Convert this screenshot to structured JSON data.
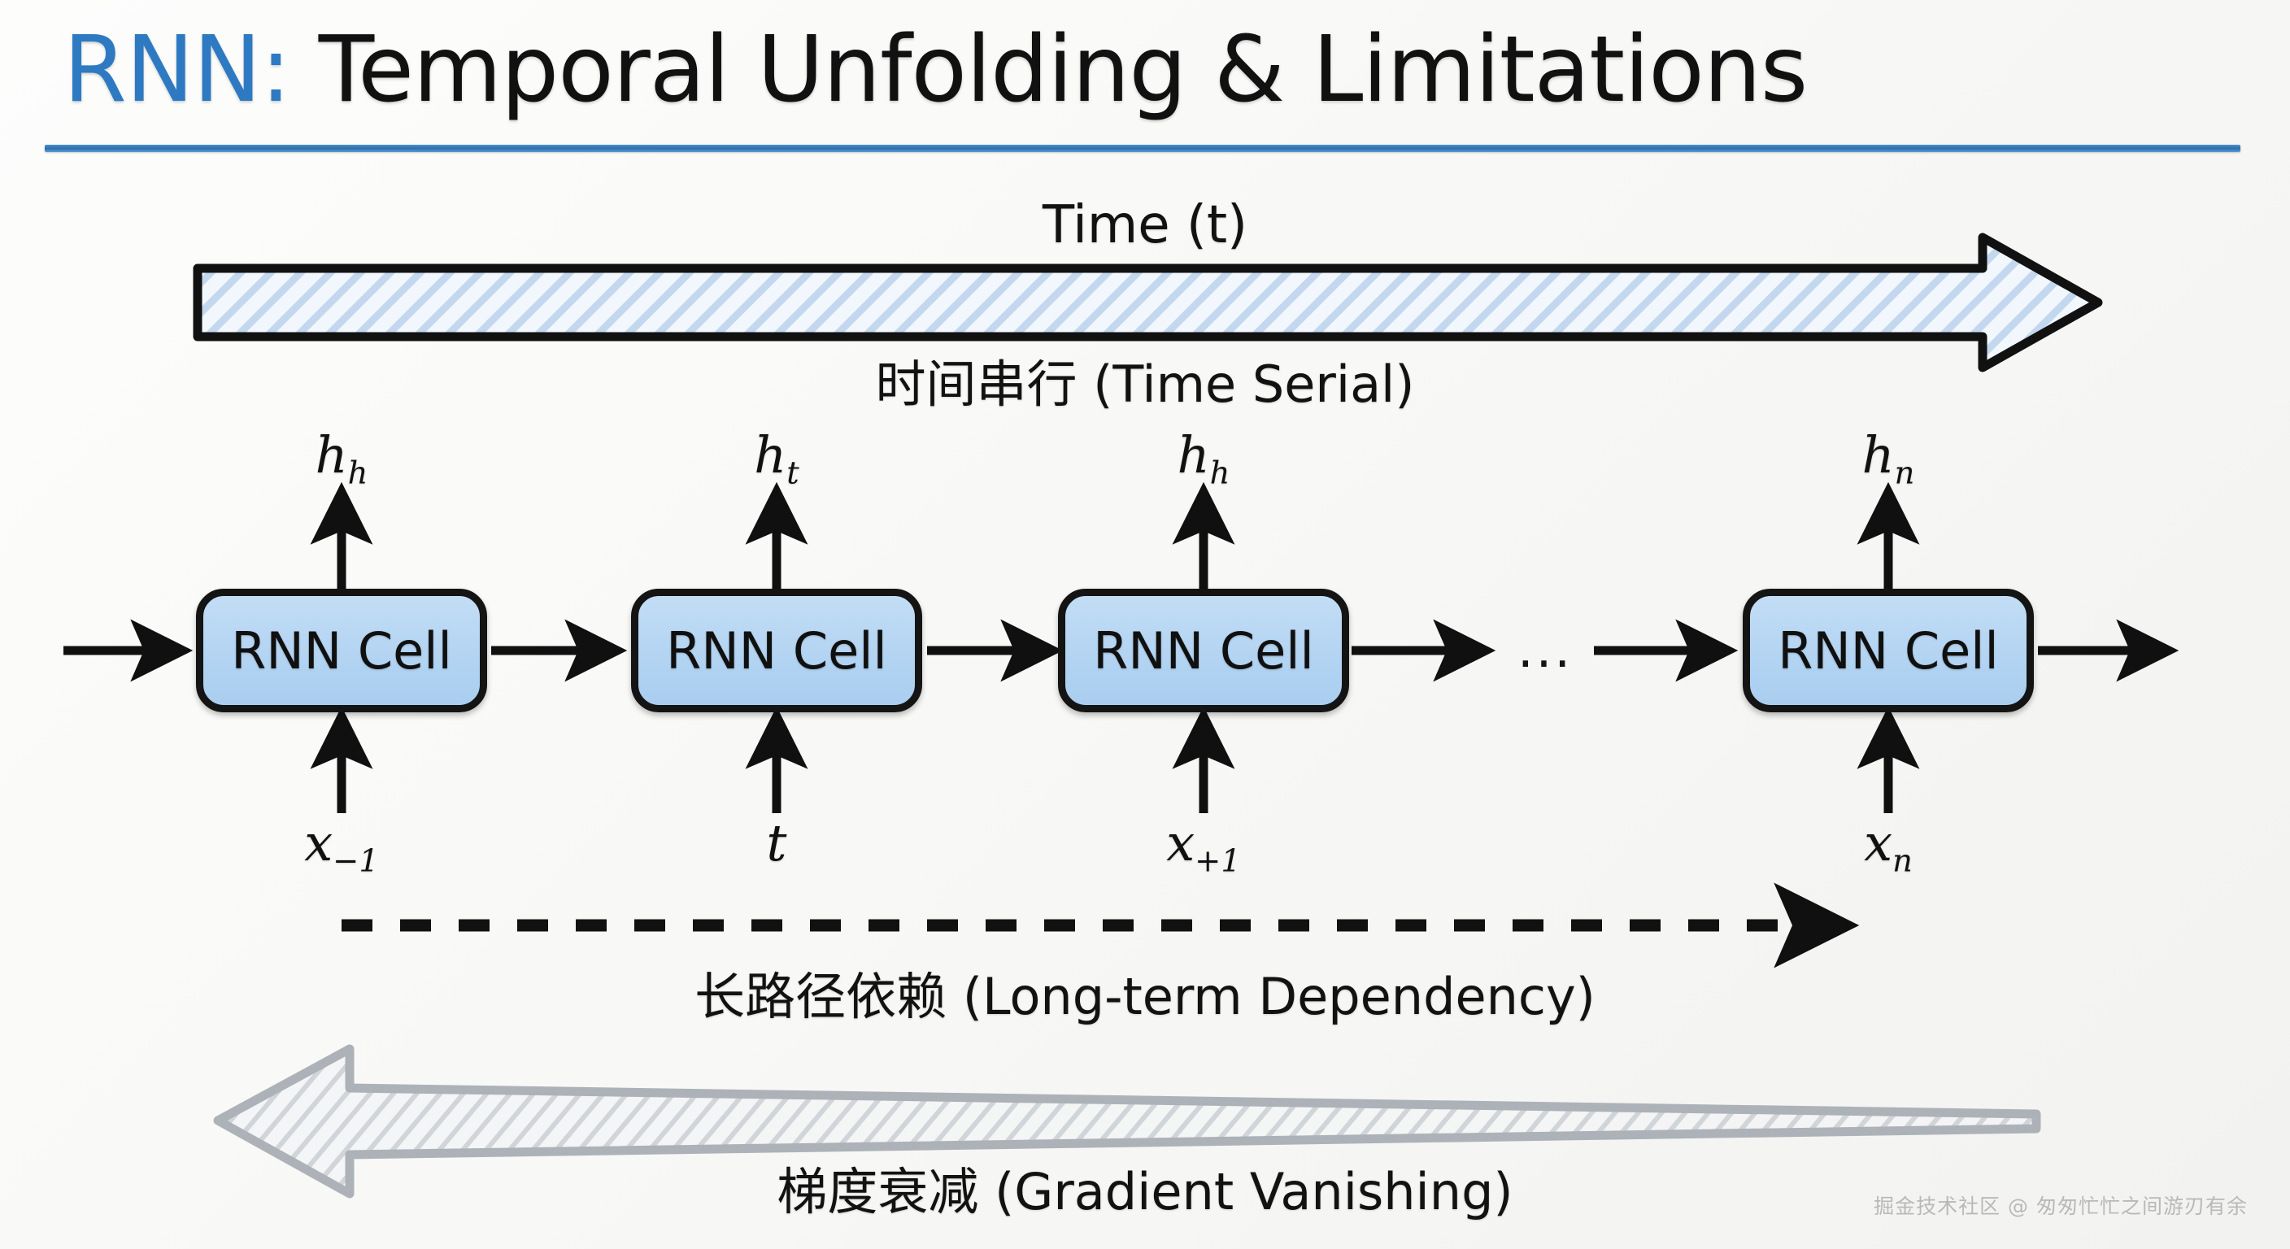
{
  "slide": {
    "title_accent": "RNN:",
    "title_rest": " Temporal Unfolding & Limitations",
    "accent_color": "#2e7ac2",
    "rule_color": "#2b6fae",
    "background_color": "#fbfbf9"
  },
  "time_axis": {
    "label": "Time (t)",
    "caption": "时间串行 (Time Serial)",
    "arrow_direction": "right",
    "arrow_fill": "#eef4fc",
    "arrow_hatch_color": "#b9cfe8",
    "arrow_stroke": "#111111"
  },
  "chain": {
    "cell_label": "RNN Cell",
    "cell_fill": "#b3d4f2",
    "cell_stroke": "#141414",
    "ellipsis": "...",
    "cells": [
      {
        "name": "cell-1",
        "output": "h",
        "output_sub": "h",
        "input": "x",
        "input_sub": "−1"
      },
      {
        "name": "cell-2",
        "output": "h",
        "output_sub": "t",
        "input": "t",
        "input_sub": ""
      },
      {
        "name": "cell-3",
        "output": "h",
        "output_sub": "h",
        "input": "x",
        "input_sub": "+1"
      },
      {
        "name": "cell-4",
        "output": "h",
        "output_sub": "n",
        "input": "x",
        "input_sub": "n"
      }
    ]
  },
  "dependency": {
    "caption": "长路径依赖 (Long-term Dependency)",
    "line_style": "dashed",
    "line_color": "#111111",
    "arrow_direction": "right"
  },
  "gradient": {
    "caption": "梯度衰减 (Gradient Vanishing)",
    "arrow_direction": "left",
    "arrow_color": "#a9afb5",
    "arrow_hatch_color": "#c9ced3"
  },
  "watermark": {
    "text": "掘金技术社区 @ 匆匆忙忙之间游刃有余"
  }
}
